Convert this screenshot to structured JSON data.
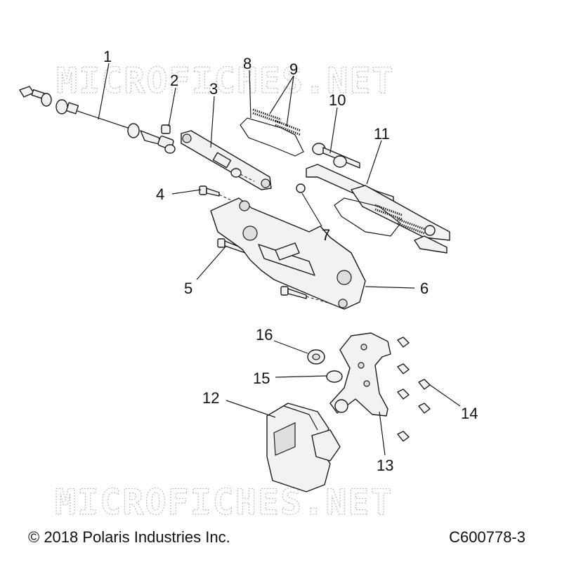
{
  "diagram": {
    "watermark_text": "MICROFICHES.NET",
    "callouts": [
      {
        "id": "1",
        "label": "1"
      },
      {
        "id": "2",
        "label": "2"
      },
      {
        "id": "3",
        "label": "3"
      },
      {
        "id": "4",
        "label": "4"
      },
      {
        "id": "5",
        "label": "5"
      },
      {
        "id": "6",
        "label": "6"
      },
      {
        "id": "7",
        "label": "7"
      },
      {
        "id": "8",
        "label": "8"
      },
      {
        "id": "9",
        "label": "9"
      },
      {
        "id": "10",
        "label": "10"
      },
      {
        "id": "11",
        "label": "11"
      },
      {
        "id": "12",
        "label": "12"
      },
      {
        "id": "13",
        "label": "13"
      },
      {
        "id": "14",
        "label": "14"
      },
      {
        "id": "15",
        "label": "15"
      },
      {
        "id": "16",
        "label": "16"
      }
    ]
  },
  "footer": {
    "copyright": "© 2018 Polaris Industries Inc.",
    "drawing_number": "C600778-3"
  }
}
